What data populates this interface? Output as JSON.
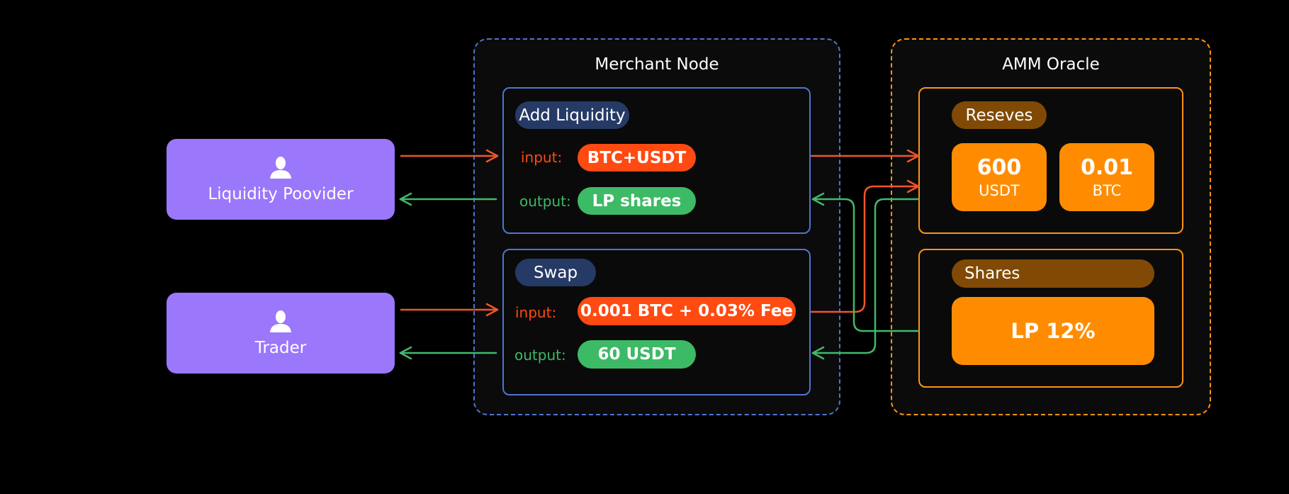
{
  "actors": {
    "liquidity_provider": "Liquidity Poovider",
    "trader": "Trader"
  },
  "merchant_node": {
    "title": "Merchant Node",
    "add_liquidity": {
      "tag": "Add Liquidity",
      "input_label": "input:",
      "input_value": "BTC+USDT",
      "output_label": "output:",
      "output_value": "LP shares"
    },
    "swap": {
      "tag": "Swap",
      "input_label": "input:",
      "input_value": "0.001 BTC + 0.03% Fee",
      "output_label": "output:",
      "output_value": "60 USDT"
    }
  },
  "amm_oracle": {
    "title": "AMM Oracle",
    "reserves": {
      "tag": "Reseves",
      "usdt_amount": "600",
      "usdt_unit": "USDT",
      "btc_amount": "0.01",
      "btc_unit": "BTC"
    },
    "shares": {
      "tag": "Shares",
      "value": "LP 12%"
    }
  },
  "colors": {
    "actor": "#9b77fb",
    "merchant_border": "#4f74d1",
    "oracle_border": "#ff9412",
    "input": "#ff4a12",
    "output": "#3dba66",
    "input_arrow": "#f0552a",
    "output_arrow": "#43b86a",
    "tag_blue": "#263a66",
    "tag_brown": "#804a06",
    "stat": "#ff8c00"
  },
  "icons": {
    "actor_icon": "person-icon"
  }
}
